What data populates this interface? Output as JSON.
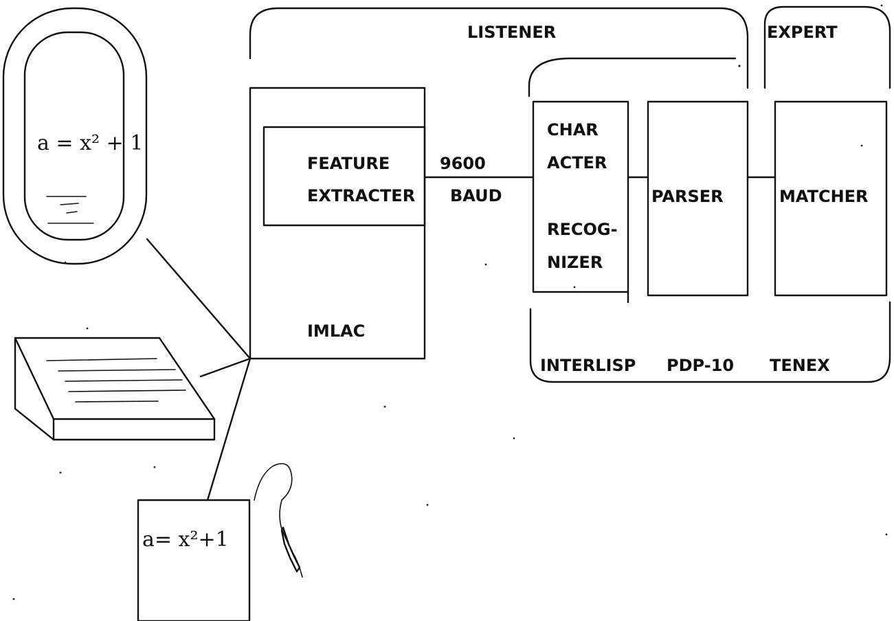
{
  "labels": {
    "listener": "LISTENER",
    "expert": "EXPERT",
    "feature_line1": "FEATURE",
    "feature_line2": "EXTRACTER",
    "baud_line1": "9600",
    "baud_line2": "BAUD",
    "imlac": "IMLAC",
    "char_line1": "CHAR",
    "char_line2": "ACTER",
    "char_line3": "RECOG-",
    "char_line4": "NIZER",
    "parser": "PARSER",
    "matcher": "MATCHER",
    "interlisp": "INTERLISP",
    "pdp10": "PDP-10",
    "tenex": "TENEX"
  },
  "handwriting": {
    "screen_equation": "a = x² + 1",
    "tablet_equation": "a= x²+1"
  }
}
